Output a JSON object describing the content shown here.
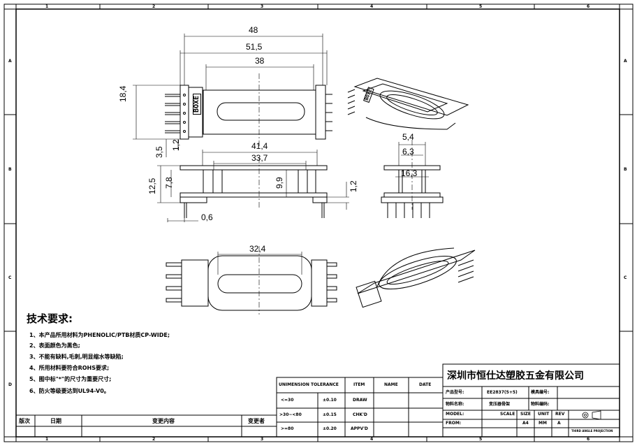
{
  "frame": {
    "columns": [
      "1",
      "2",
      "3",
      "4",
      "5",
      "6"
    ],
    "rows": [
      "A",
      "B",
      "C",
      "D"
    ]
  },
  "dimensions": {
    "top_view": [
      "48",
      "51,5",
      "38",
      "18,4",
      "3,5",
      "1,2"
    ],
    "front_view": [
      "41,4",
      "33,7",
      "12,5",
      "7,8",
      "9,9",
      "1,2",
      "0,6"
    ],
    "side_view": [
      "5,4",
      "6,3",
      "16,3"
    ],
    "bottom_view": [
      "32,4"
    ]
  },
  "brand_mark": "BOXE",
  "notes": {
    "title": "技术要求:",
    "items": [
      "1、本产品所用材料为PHENOLIC/PTB材质CP-WIDE;",
      "2、表面颜色为黑色;",
      "3、不能有缺料,毛刺,明显缩水等缺陷;",
      "4、所用材料要符合ROHS要求;",
      "5、图中标\"*\"的尺寸为重要尺寸;",
      "6、防火等级要达到UL94-V0。"
    ]
  },
  "tolerance": {
    "header": "UNIMENSION TOLERANCE",
    "rows": [
      {
        "range": "<=30",
        "tol": "±0.10"
      },
      {
        "range": ">30~<80",
        "tol": "±0.15"
      },
      {
        "range": ">=80",
        "tol": "±0.20"
      }
    ]
  },
  "approval": {
    "headers": [
      "ITEM",
      "NAME",
      "DATE"
    ],
    "rows": [
      "DRAW",
      "CHK'D",
      "APPV'D"
    ]
  },
  "revision": {
    "labels": [
      "版次",
      "日期",
      "变更内容",
      "变更者"
    ]
  },
  "title_block": {
    "company": "深圳市恒仕达塑胶五金有限公司",
    "product_name_label": "产品型号:",
    "product_name": "EE2837(5+5)",
    "mold_no_label": "模具编号:",
    "part_name_label": "物料名称:",
    "part_name": "变压器骨架",
    "material_no_label": "物料编码:",
    "meta_labels": [
      "MODEL:",
      "SCALE",
      "SIZE",
      "UNIT",
      "REV"
    ],
    "meta_values": [
      "FROM:",
      "A4",
      "MM",
      "A"
    ],
    "projection": "THIRD ANGLE PROJECTION"
  }
}
